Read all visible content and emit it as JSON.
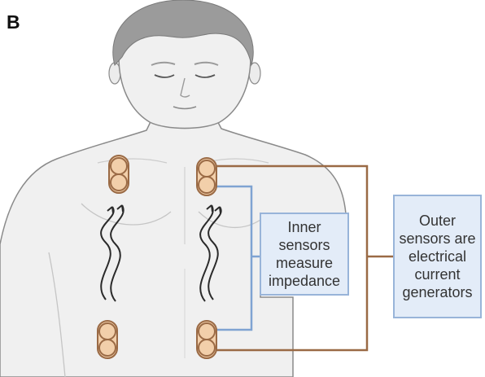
{
  "panel_label": "B",
  "inner_box_text": "Inner\nsensors\nmeasure\nimpedance",
  "outer_box_text": "Outer\nsensors are\nelectrical\ncurrent\ngenerators",
  "colors": {
    "skin": "#f0f0f0",
    "body_outline": "#8a8a8a",
    "hair": "#9b9b9b",
    "sensor_fill": "#f2cfaa",
    "sensor_stroke": "#9a6a45",
    "outer_wire": "#9a6a45",
    "inner_wire": "#7fa3d2",
    "box_fill": "#e3ecf8",
    "box_border": "#98b4d9",
    "arrow": "#2a2a2a"
  }
}
